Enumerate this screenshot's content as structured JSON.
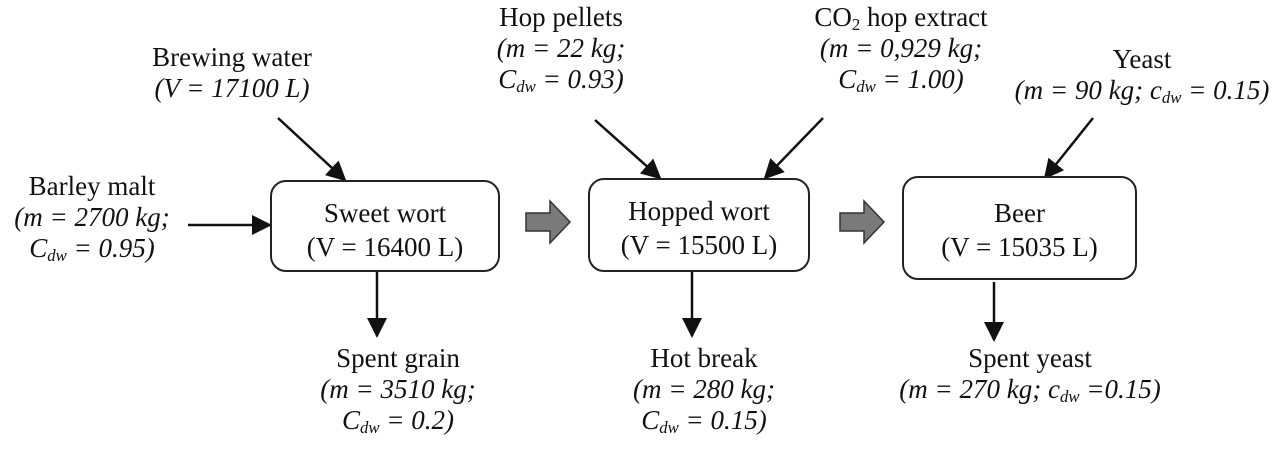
{
  "processes": [
    {
      "name": "Sweet wort",
      "volume": "(V = 16400 L)"
    },
    {
      "name": "Hopped wort",
      "volume": "(V = 15500 L)"
    },
    {
      "name": "Beer",
      "volume": "(V = 15035 L)"
    }
  ],
  "inputs": {
    "barley_malt": {
      "name": "Barley malt",
      "line1": "(m = 2700 kg;",
      "c_sym": "C",
      "c_sub": "dw",
      "c_rest": " = 0.95)"
    },
    "brewing_water": {
      "name": "Brewing water",
      "line1": "(V = 17100 L)"
    },
    "hop_pellets": {
      "name": "Hop pellets",
      "line1": "(m = 22 kg;",
      "c_sym": "C",
      "c_sub": "dw",
      "c_rest": " = 0.93)"
    },
    "co2_hop_extract": {
      "name_prefix": "CO",
      "name_sub": "2",
      "name_suffix": " hop extract",
      "line1": "(m = 0,929 kg;",
      "c_sym": "C",
      "c_sub": "dw",
      "c_rest": " = 1.00)"
    },
    "yeast": {
      "name": "Yeast",
      "line1_a": "(m = 90 kg; c",
      "c_sub": "dw",
      "line1_b": " = 0.15)"
    }
  },
  "outputs": {
    "spent_grain": {
      "name": "Spent grain",
      "line1": "(m = 3510 kg;",
      "c_sym": "C",
      "c_sub": "dw",
      "c_rest": " = 0.2)"
    },
    "hot_break": {
      "name": "Hot break",
      "line1": "(m = 280 kg;",
      "c_sym": "C",
      "c_sub": "dw",
      "c_rest": " = 0.15)"
    },
    "spent_yeast": {
      "name": "Spent yeast",
      "line1_a": "(m = 270 kg; c",
      "c_sub": "dw",
      "line1_b": " =0.15)"
    }
  },
  "colors": {
    "line": "#111111",
    "flow_arrow": "#7a7a7a",
    "flow_arrow_edge": "#333333",
    "box_border": "#222222"
  }
}
